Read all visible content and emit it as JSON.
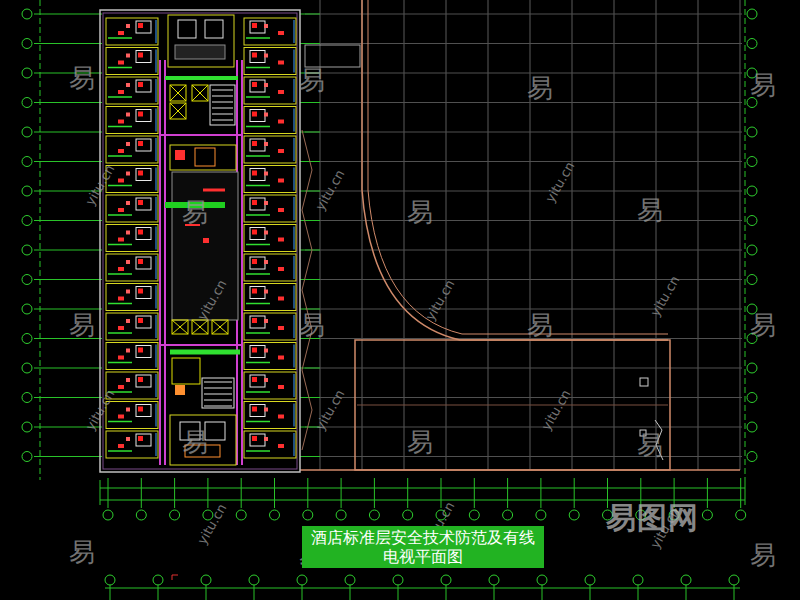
{
  "diagram": {
    "caption": "酒店标准层安全技术防范及有线电视平面图",
    "labels": [
      "易",
      "易",
      "易",
      "易",
      "易",
      "易",
      "易",
      "易",
      "易",
      "易",
      "易",
      "易",
      "易",
      "易",
      "易",
      "易",
      "易",
      "yitu.cn",
      "yitu.cn",
      "yitu.cn",
      "yitu.cn",
      "yitu.cn",
      "yitu.cn",
      "yitu.cn",
      "yitu.cn",
      "yitu.cn",
      "yitu.cn",
      "yitu.cn",
      "yitu.cn",
      "易图网"
    ]
  }
}
